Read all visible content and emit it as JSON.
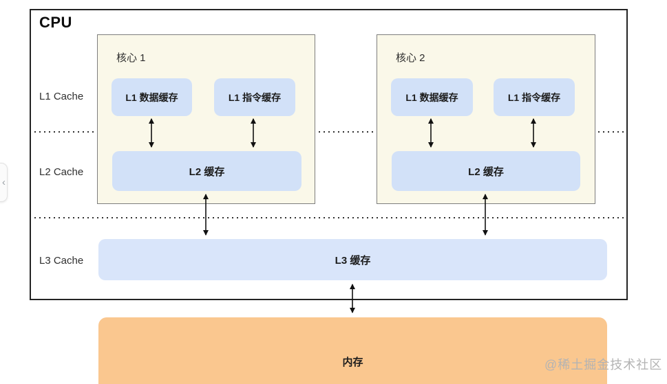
{
  "diagram": {
    "cpu_label": "CPU",
    "row_labels": [
      "L1 Cache",
      "L2 Cache",
      "L3 Cache"
    ],
    "cores": [
      {
        "title": "核心 1",
        "l1_data": "L1 数据缓存",
        "l1_instruction": "L1 指令缓存",
        "l2": "L2 缓存"
      },
      {
        "title": "核心 2",
        "l1_data": "L1 数据缓存",
        "l1_instruction": "L1 指令缓存",
        "l2": "L2 缓存"
      }
    ],
    "l3_cache_label": "L3 缓存",
    "memory_label": "内存",
    "watermark": "@稀土掘金技术社区",
    "collapse_glyph": "‹",
    "icons": {
      "collapse_icon": "chevron-left-icon"
    },
    "colors": {
      "core_background": "#faf8e9",
      "cache_fill": "#d2e1f8",
      "cache_fill_light": "#d9e5fa",
      "memory_fill": "#fac78f",
      "cpu_border": "#232323",
      "core_border": "#7d7d7d",
      "dotted_line": "#2f2f2f",
      "watermark_text": "#b3b3b3"
    }
  }
}
